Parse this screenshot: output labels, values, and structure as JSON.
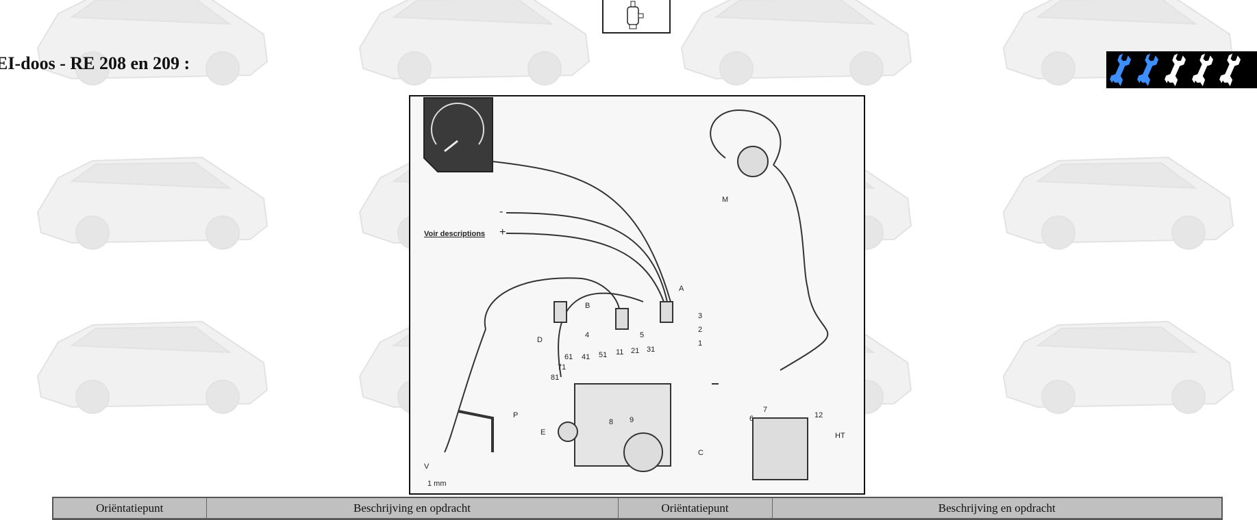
{
  "page": {
    "title": "EI-doos - RE 208 en 209 :",
    "top_icon": "ignition-coil-icon",
    "rating": {
      "filled": 2,
      "total": 5,
      "icon": "wrench-icon",
      "filled_color": "#3d8fff",
      "empty_color": "#ffffff"
    }
  },
  "diagram": {
    "labels": {
      "voir": "Voir descriptions",
      "minus": "-",
      "plus": "+",
      "A": "A",
      "n3": "3",
      "n2": "2",
      "n1": "1",
      "B": "B",
      "n4": "4",
      "n5": "5",
      "D": "D",
      "n61": "61",
      "n41": "41",
      "n51": "51",
      "n11": "11",
      "n21": "21",
      "n31": "31",
      "n71": "71",
      "n81": "81",
      "P": "P",
      "E": "E",
      "C": "C",
      "V": "V",
      "mm": "1 mm",
      "M": "M",
      "n7": "7",
      "n6": "6",
      "n12": "12",
      "HT": "HT",
      "n8": "8",
      "n9": "9"
    }
  },
  "table": {
    "headers": [
      "Oriëntatiepunt",
      "Beschrijving en opdracht",
      "Oriëntatiepunt",
      "Beschrijving en opdracht"
    ]
  }
}
